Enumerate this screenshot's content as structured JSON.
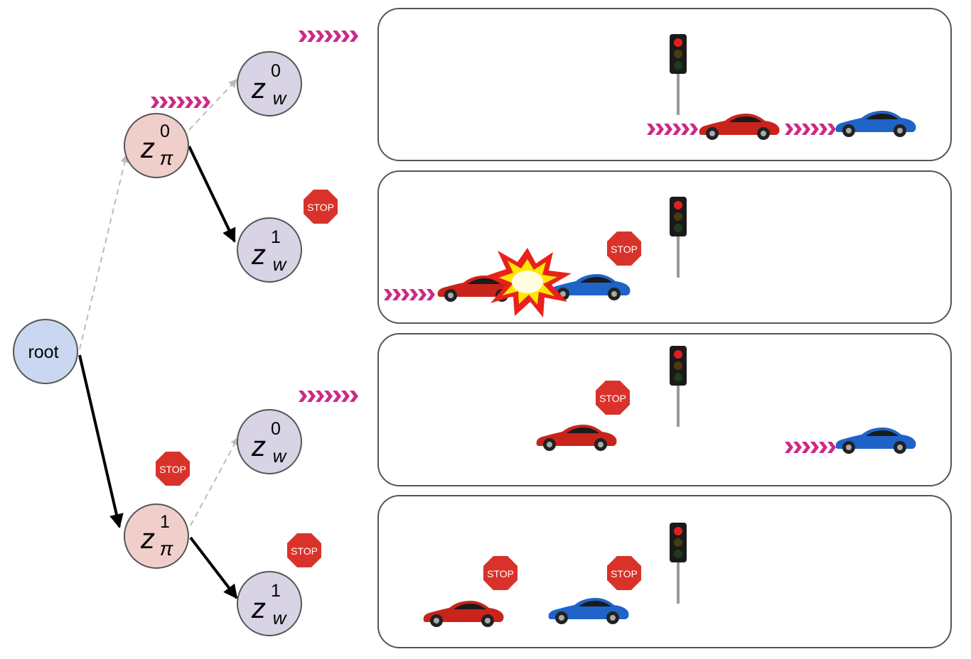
{
  "colors": {
    "root_fill": "#c9d8f0",
    "policy_fill": "#f0cfcb",
    "world_fill": "#d9d3e6",
    "node_stroke": "#555555",
    "solid_edge": "#000000",
    "dashed_edge": "#bbbbbb",
    "chevron": "#cc2a86",
    "red_car": "#c8241b",
    "blue_car": "#1f63c8",
    "stop_sign": "#d9322a",
    "panel_stroke": "#555555"
  },
  "tree": {
    "root": {
      "label": "root"
    },
    "policy_nodes": [
      {
        "letter": "z",
        "sub": "π",
        "sup": "0"
      },
      {
        "letter": "z",
        "sub": "π",
        "sup": "1"
      }
    ],
    "world_nodes": [
      {
        "letter": "z",
        "sub": "w",
        "sup": "0"
      },
      {
        "letter": "z",
        "sub": "w",
        "sup": "1"
      },
      {
        "letter": "z",
        "sub": "w",
        "sup": "0"
      },
      {
        "letter": "z",
        "sub": "w",
        "sup": "1"
      }
    ],
    "edges": [
      {
        "from": "root",
        "to": "policy-0",
        "style": "dashed"
      },
      {
        "from": "root",
        "to": "policy-1",
        "style": "solid"
      },
      {
        "from": "policy-0",
        "to": "world-0",
        "style": "dashed"
      },
      {
        "from": "policy-0",
        "to": "world-1",
        "style": "solid"
      },
      {
        "from": "policy-1",
        "to": "world-2",
        "style": "dashed"
      },
      {
        "from": "policy-1",
        "to": "world-3",
        "style": "solid"
      }
    ]
  },
  "stop_label": "STOP",
  "panels": [
    {
      "scenario": "both-cars-go",
      "red_car": "moving",
      "blue_car": "moving"
    },
    {
      "scenario": "collision",
      "red_car": "moving",
      "blue_car": "stopped"
    },
    {
      "scenario": "red-stops-blue-goes",
      "red_car": "stopped",
      "blue_car": "moving"
    },
    {
      "scenario": "both-cars-stop",
      "red_car": "stopped",
      "blue_car": "stopped"
    }
  ]
}
